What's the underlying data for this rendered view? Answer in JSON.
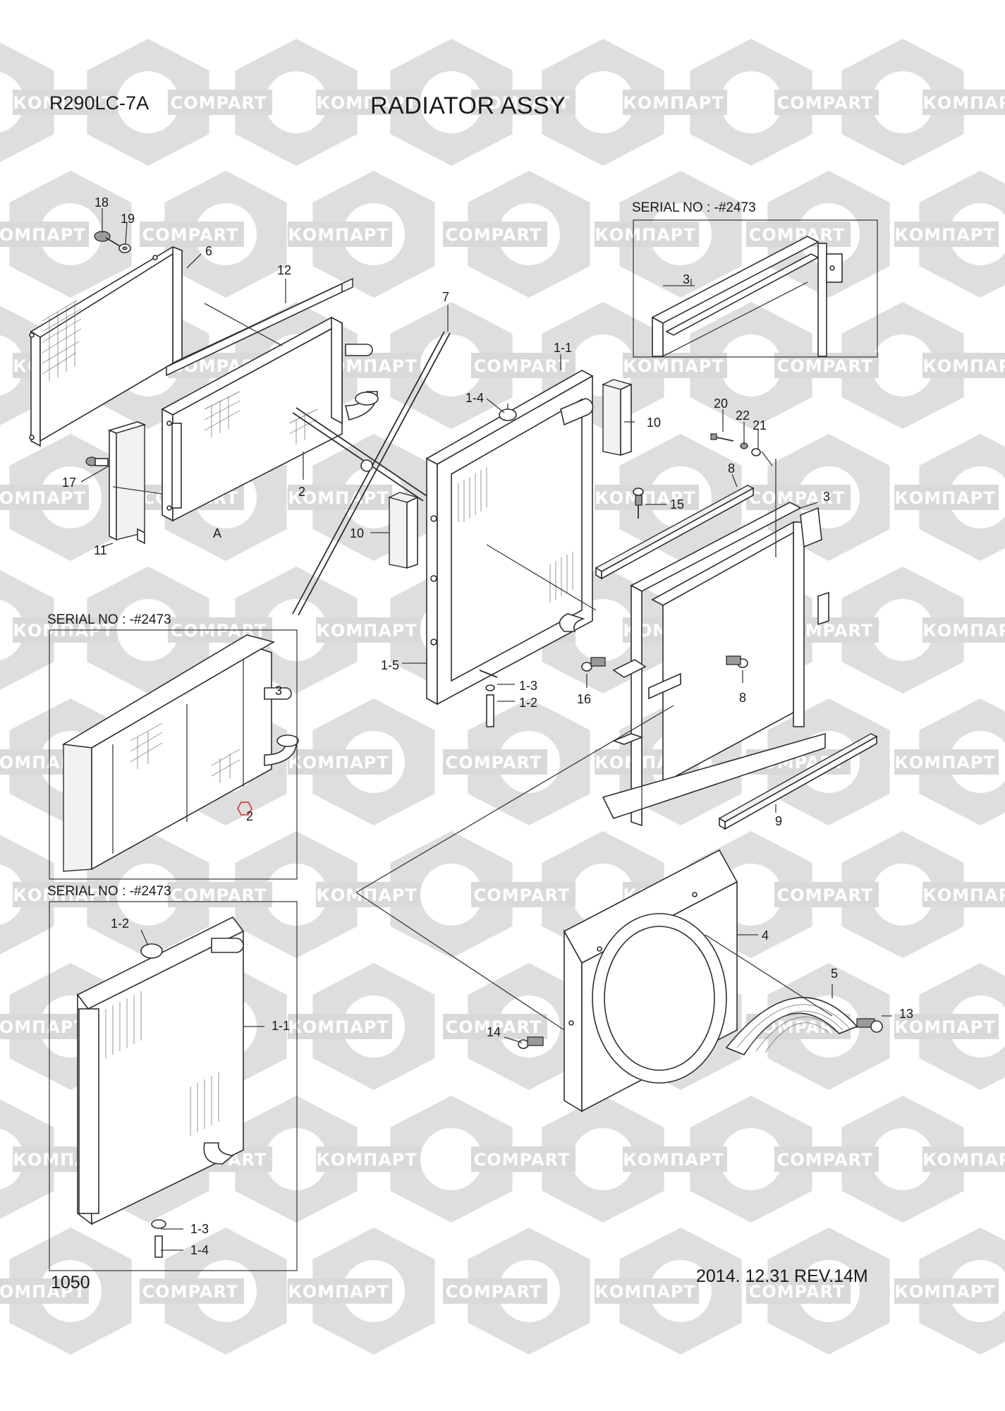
{
  "header": {
    "model": "R290LC-7A",
    "title": "RADIATOR ASSY"
  },
  "footer": {
    "page_number": "1050",
    "revision": "2014. 12.31  REV.14M"
  },
  "watermark": {
    "left_label": "КОМПАРТ",
    "right_label": "COMPART"
  },
  "serial_boxes": {
    "top_right": "SERIAL NO : -#2473",
    "mid_left": "SERIAL NO : -#2473",
    "bottom_left": "SERIAL NO : -#2473"
  },
  "view_label": "A",
  "callouts": {
    "c18": "18",
    "c19": "19",
    "c6": "6",
    "c12": "12",
    "c7": "7",
    "c1_1_top": "1-1",
    "c1_4_top": "1-4",
    "c10_right": "10",
    "c10_left": "10",
    "c17": "17",
    "c2_top": "2",
    "c11": "11",
    "c1_5": "1-5",
    "c1_3_mid": "1-3",
    "c1_2_mid": "1-2",
    "c3_box": "3",
    "c20": "20",
    "c22": "22",
    "c21": "21",
    "c8_top": "8",
    "c3_right": "3",
    "c15": "15",
    "c16": "16",
    "c8_bolt": "8",
    "c9": "9",
    "c3_box_mid": "3",
    "c2_mid": "2",
    "c4": "4",
    "c5": "5",
    "c13": "13",
    "c14": "14",
    "c1_2_bot": "1-2",
    "c1_1_bot": "1-1",
    "c1_3_bot": "1-3",
    "c1_4_bot": "1-4"
  }
}
